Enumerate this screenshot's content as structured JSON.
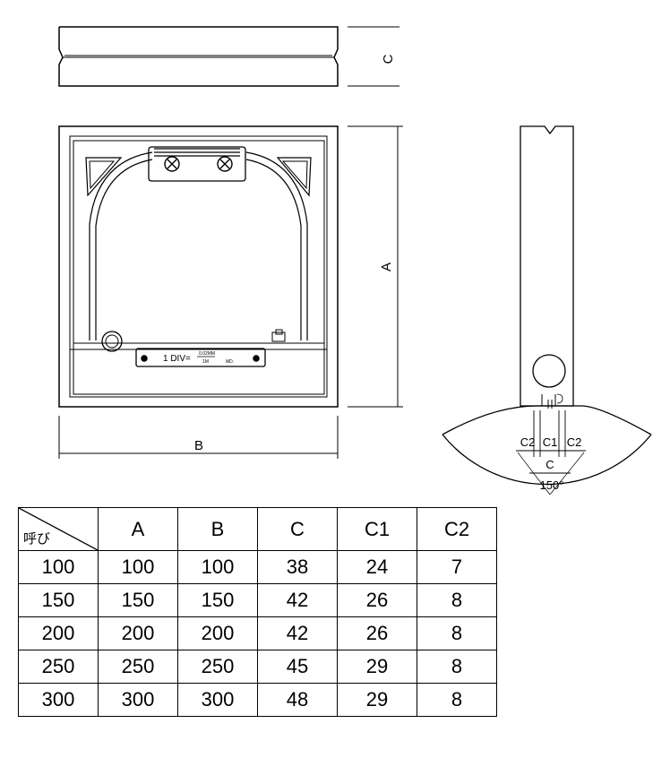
{
  "drawing": {
    "dimension_labels": {
      "top_view_height": "C",
      "front_height": "A",
      "front_width": "B",
      "side_c2_left": "C2",
      "side_c1": "C1",
      "side_c2_right": "C2",
      "side_c": "C",
      "side_angle": "150°"
    },
    "vial_label": {
      "prefix": "1 DIV=",
      "numerator": "0.02MM",
      "denominator": "1M",
      "suffix": "MD."
    }
  },
  "table": {
    "corner_label": "呼び",
    "headers": [
      "A",
      "B",
      "C",
      "C1",
      "C2"
    ],
    "rows": [
      [
        "100",
        "100",
        "100",
        "38",
        "24",
        "7"
      ],
      [
        "150",
        "150",
        "150",
        "42",
        "26",
        "8"
      ],
      [
        "200",
        "200",
        "200",
        "42",
        "26",
        "8"
      ],
      [
        "250",
        "250",
        "250",
        "45",
        "29",
        "8"
      ],
      [
        "300",
        "300",
        "300",
        "48",
        "29",
        "8"
      ]
    ]
  }
}
